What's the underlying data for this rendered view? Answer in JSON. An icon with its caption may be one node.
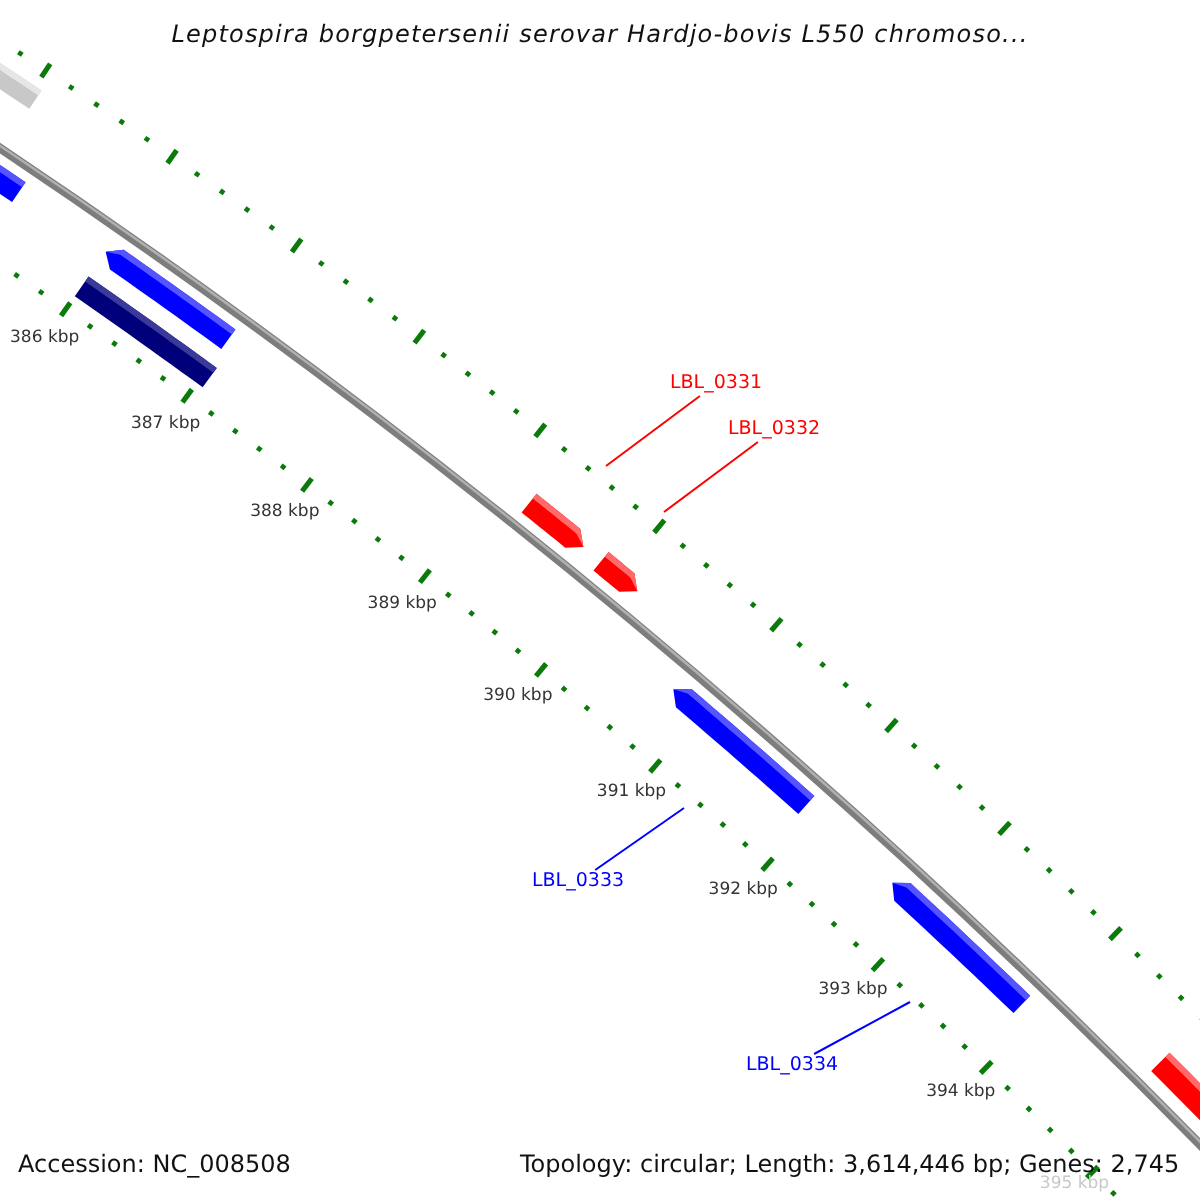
{
  "diagram": {
    "title": "Leptospira borgpetersenii serovar Hardjo-bovis L550 chromoso...",
    "nodes": [
      {
        "text": [
          "LBL_0331"
        ]
      },
      {
        "text": [
          "LBL_0332"
        ]
      },
      {
        "text": [
          "LBL_0333"
        ]
      },
      {
        "text": [
          "LBL_0334"
        ]
      }
    ],
    "edges": [
      {
        "from": 0,
        "to": null,
        "arrow": "none",
        "color": "#ff0000"
      },
      {
        "from": 1,
        "to": null,
        "arrow": "none",
        "color": "#ff0000"
      },
      {
        "from": 2,
        "to": null,
        "arrow": "none",
        "color": "#0000ff"
      },
      {
        "from": 3,
        "to": null,
        "arrow": "none",
        "color": "#0000ff"
      }
    ],
    "labels": [
      "386 kbp",
      "387 kbp",
      "388 kbp",
      "389 kbp",
      "390 kbp",
      "391 kbp",
      "392 kbp",
      "393 kbp",
      "394 kbp",
      "Accession: NC_008508",
      "Topology: circular; Length: 3,614,446 bp; Genes: 2,745",
      "395 kbp"
    ]
  }
}
